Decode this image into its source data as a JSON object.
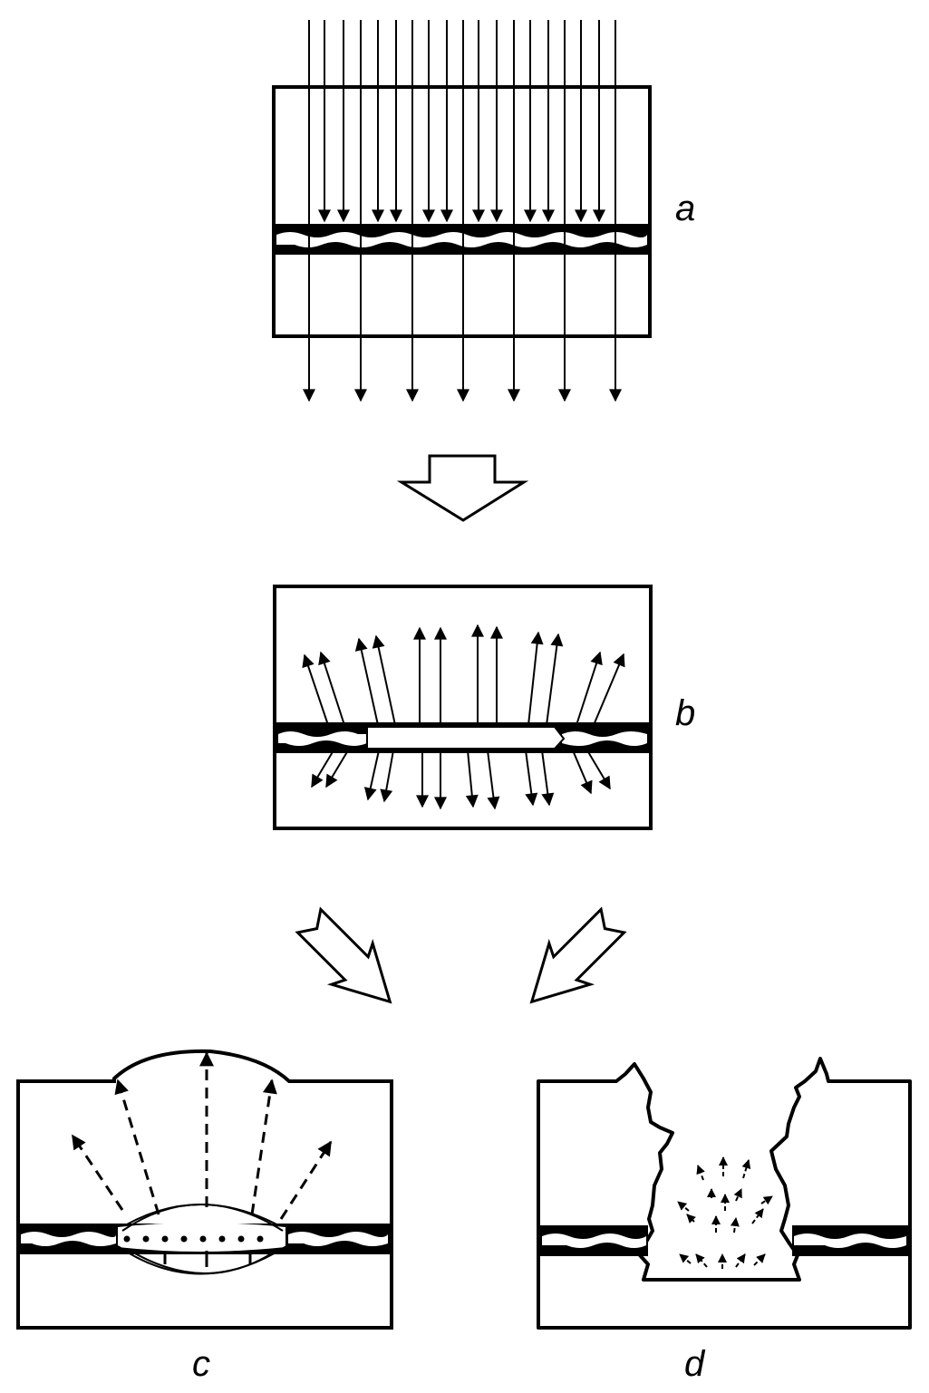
{
  "colors": {
    "ink": "#000000",
    "paper": "#ffffff"
  },
  "panels": {
    "a": {
      "label": "a"
    },
    "b": {
      "label": "b"
    },
    "c": {
      "label": "c"
    },
    "d": {
      "label": "d"
    }
  }
}
